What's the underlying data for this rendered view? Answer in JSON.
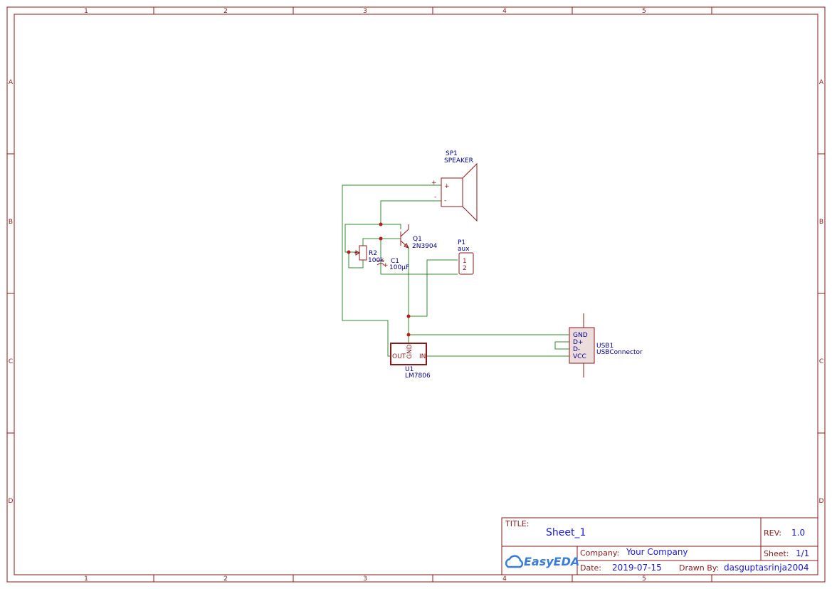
{
  "zones": {
    "columns": [
      "1",
      "2",
      "3",
      "4",
      "5"
    ],
    "rows": [
      "A",
      "B",
      "C",
      "D"
    ]
  },
  "components": {
    "speaker": {
      "designator": "SP1",
      "value": "SPEAKER",
      "pin_plus": "+",
      "pin_minus": "-"
    },
    "transistor": {
      "designator": "Q1",
      "value": "2N3904"
    },
    "pot": {
      "designator": "R2",
      "value": "100k"
    },
    "capacitor": {
      "designator": "C1",
      "value": "100µF",
      "pin_plus": "+"
    },
    "aux": {
      "designator": "P1",
      "value": "aux",
      "pin1": "1",
      "pin2": "2"
    },
    "regulator": {
      "designator": "U1",
      "value": "LM7806",
      "pin_out": "OUT",
      "pin_gnd": "GND",
      "pin_in": "IN"
    },
    "usb": {
      "designator": "USB1",
      "value": "USBConnector",
      "pins": [
        "GND",
        "D+",
        "D-",
        "VCC"
      ]
    }
  },
  "title_block": {
    "title_label": "TITLE:",
    "title": "Sheet_1",
    "rev_label": "REV:",
    "rev": "1.0",
    "company_label": "Company:",
    "company": "Your Company",
    "sheet_label": "Sheet:",
    "sheet": "1/1",
    "date_label": "Date:",
    "date": "2019-07-15",
    "drawn_label": "Drawn By:",
    "drawn_by": "dasguptasrinja2004",
    "logo": "EasyEDA"
  },
  "colors": {
    "frame": "#8b1a1a",
    "wire": "#2e8b2e",
    "designator": "#00008b",
    "junction": "#c0181a",
    "title_value": "#1a1ad4"
  },
  "icons": {
    "logo": "cloud-logo-icon"
  }
}
